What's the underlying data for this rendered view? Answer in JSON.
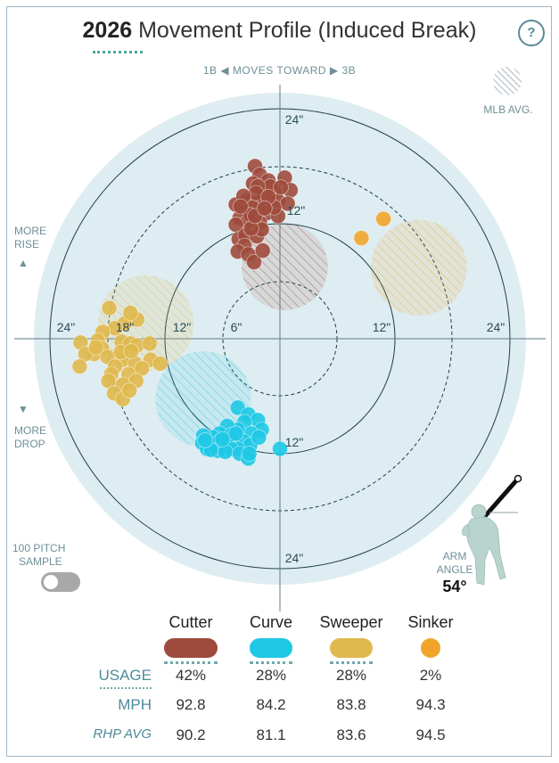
{
  "header": {
    "year": "2026",
    "title": "Movement Profile (Induced Break)",
    "help_label": "?",
    "moves_toward": "1B ◀  MOVES TOWARD  ▶ 3B"
  },
  "legend": {
    "mlb_avg_label": "MLB AVG."
  },
  "side_labels": {
    "more_rise_1": "MORE",
    "more_rise_2": "RISE",
    "more_drop_1": "MORE",
    "more_drop_2": "DROP",
    "sample_1": "100 PITCH",
    "sample_2": "SAMPLE"
  },
  "arm_angle": {
    "label_1": "ARM",
    "label_2": "ANGLE",
    "value": "54°"
  },
  "chart_data": {
    "type": "scatter",
    "title": "2026 Movement Profile (Induced Break)",
    "ring_labels": [
      "24\"",
      "24\"",
      "24\"",
      "24\"",
      "18\"",
      "12\"",
      "12\"",
      "12\"",
      "6\"",
      "12\""
    ],
    "rings_inches": [
      6,
      12,
      18,
      24
    ],
    "colors": {
      "cutter": "#9e4a3c",
      "curve": "#1ec8e6",
      "sweeper": "#e0b84d",
      "sinker": "#f2a42a",
      "background": "#deedf1"
    },
    "series": [
      {
        "name": "Cutter",
        "key": "cutter",
        "mlb_avg": [
          0.5,
          7.5
        ],
        "mlb_avg_r": 4.5,
        "points": [
          [
            -2.6,
            18
          ],
          [
            -2.1,
            17.1
          ],
          [
            -2.8,
            16.2
          ],
          [
            -1.2,
            16.5
          ],
          [
            0.5,
            16.8
          ],
          [
            1.1,
            15.5
          ],
          [
            -0.6,
            15.3
          ],
          [
            -1.6,
            14.9
          ],
          [
            -0.2,
            14.4
          ],
          [
            0.8,
            14.1
          ],
          [
            -2.3,
            14.2
          ],
          [
            -3.5,
            14.4
          ],
          [
            -4.6,
            14
          ],
          [
            -3.6,
            13.3
          ],
          [
            -4.2,
            12.6
          ],
          [
            -2.9,
            13.7
          ],
          [
            -1.4,
            13.1
          ],
          [
            -0.2,
            12.8
          ],
          [
            -3.4,
            12.2
          ],
          [
            -2.1,
            12.1
          ],
          [
            -4.6,
            11.9
          ],
          [
            -4.3,
            10.4
          ],
          [
            -3.6,
            10.8
          ],
          [
            -2.4,
            10.7
          ],
          [
            -3.7,
            9.7
          ],
          [
            -4.4,
            9.1
          ],
          [
            -3.3,
            8.8
          ],
          [
            -2.7,
            8.0
          ],
          [
            -1.8,
            9.2
          ],
          [
            -3.1,
            12.9
          ],
          [
            -1.0,
            15.9
          ],
          [
            -2.3,
            15.9
          ],
          [
            -0.6,
            13.7
          ],
          [
            -1.9,
            11.4
          ],
          [
            -3.0,
            11.5
          ],
          [
            -2.5,
            15.2
          ],
          [
            0.1,
            15.8
          ],
          [
            -1.2,
            14.8
          ],
          [
            -3.8,
            14.9
          ],
          [
            -4.1,
            13.8
          ],
          [
            -2.6,
            12.8
          ],
          [
            -1.6,
            13.6
          ]
        ]
      },
      {
        "name": "Curve",
        "key": "curve",
        "mlb_avg": [
          -8,
          -6.3
        ],
        "mlb_avg_r": 5.0,
        "points": [
          [
            -4.4,
            -7.2
          ],
          [
            -3.3,
            -7.9
          ],
          [
            -2.3,
            -8.5
          ],
          [
            -3.7,
            -8.7
          ],
          [
            -1.9,
            -9.5
          ],
          [
            -3.0,
            -9.9
          ],
          [
            -4.4,
            -9.5
          ],
          [
            -5.5,
            -9.1
          ],
          [
            -6.3,
            -9.9
          ],
          [
            -7.0,
            -10.3
          ],
          [
            -8.0,
            -10.1
          ],
          [
            -8.1,
            -10.9
          ],
          [
            -7.6,
            -11.5
          ],
          [
            -6.4,
            -10.8
          ],
          [
            -5.5,
            -10.5
          ],
          [
            -4.8,
            -10.8
          ],
          [
            -3.8,
            -10.7
          ],
          [
            -3.1,
            -11.1
          ],
          [
            -4.4,
            -11.5
          ],
          [
            -5.1,
            -11.5
          ],
          [
            -6.5,
            -11.7
          ],
          [
            -7.2,
            -11.6
          ],
          [
            -5.7,
            -11.8
          ],
          [
            -4.2,
            -12.0
          ],
          [
            -3.3,
            -12.5
          ],
          [
            -3.2,
            -12.0
          ],
          [
            0.0,
            -11.5
          ],
          [
            -5.0,
            -10.0
          ],
          [
            -6.0,
            -10.5
          ],
          [
            -2.2,
            -10.3
          ],
          [
            -7.8,
            -10.6
          ],
          [
            -4.6,
            -9.9
          ]
        ]
      },
      {
        "name": "Sweeper",
        "key": "sweeper",
        "mlb_avg": [
          -14.0,
          1.6
        ],
        "mlb_avg_r": 5.0,
        "points": [
          [
            -17.8,
            3.2
          ],
          [
            -14.9,
            2.0
          ],
          [
            -16.2,
            1.6
          ],
          [
            -15.6,
            2.7
          ],
          [
            -17.2,
            1.1
          ],
          [
            -18.5,
            0.7
          ],
          [
            -20.8,
            -0.4
          ],
          [
            -19.0,
            -0.2
          ],
          [
            -18.6,
            -1.0
          ],
          [
            -16.5,
            -0.3
          ],
          [
            -15.6,
            -0.5
          ],
          [
            -14.9,
            -0.7
          ],
          [
            -13.6,
            -0.5
          ],
          [
            -19.4,
            -1.6
          ],
          [
            -20.3,
            -1.6
          ],
          [
            -20.9,
            -2.9
          ],
          [
            -18.0,
            -1.9
          ],
          [
            -16.4,
            -2.2
          ],
          [
            -17.2,
            -2.9
          ],
          [
            -15.1,
            -2.6
          ],
          [
            -13.5,
            -2.2
          ],
          [
            -14.4,
            -3.1
          ],
          [
            -17.6,
            -3.7
          ],
          [
            -15.8,
            -3.7
          ],
          [
            -17.9,
            -4.4
          ],
          [
            -15.0,
            -4.4
          ],
          [
            -16.4,
            -4.8
          ],
          [
            -17.3,
            -5.7
          ],
          [
            -16.4,
            -6.3
          ],
          [
            -15.7,
            -5.4
          ],
          [
            -12.5,
            -2.6
          ],
          [
            -19.2,
            -0.9
          ],
          [
            -16.6,
            -1.4
          ],
          [
            -15.5,
            -1.3
          ]
        ]
      },
      {
        "name": "Sinker",
        "key": "sinker",
        "mlb_avg": [
          14.5,
          7.4
        ],
        "mlb_avg_r": 5.0,
        "points": [
          [
            10.8,
            12.5
          ],
          [
            8.5,
            10.5
          ]
        ]
      }
    ],
    "table": {
      "headers": [
        "Cutter",
        "Curve",
        "Sweeper",
        "Sinker"
      ],
      "rows": [
        {
          "label": "USAGE",
          "values": [
            "42%",
            "28%",
            "28%",
            "2%"
          ]
        },
        {
          "label": "MPH",
          "values": [
            "92.8",
            "84.2",
            "83.8",
            "94.3"
          ]
        },
        {
          "label": "RHP AVG",
          "values": [
            "90.2",
            "81.1",
            "83.6",
            "94.5"
          ]
        }
      ]
    }
  }
}
